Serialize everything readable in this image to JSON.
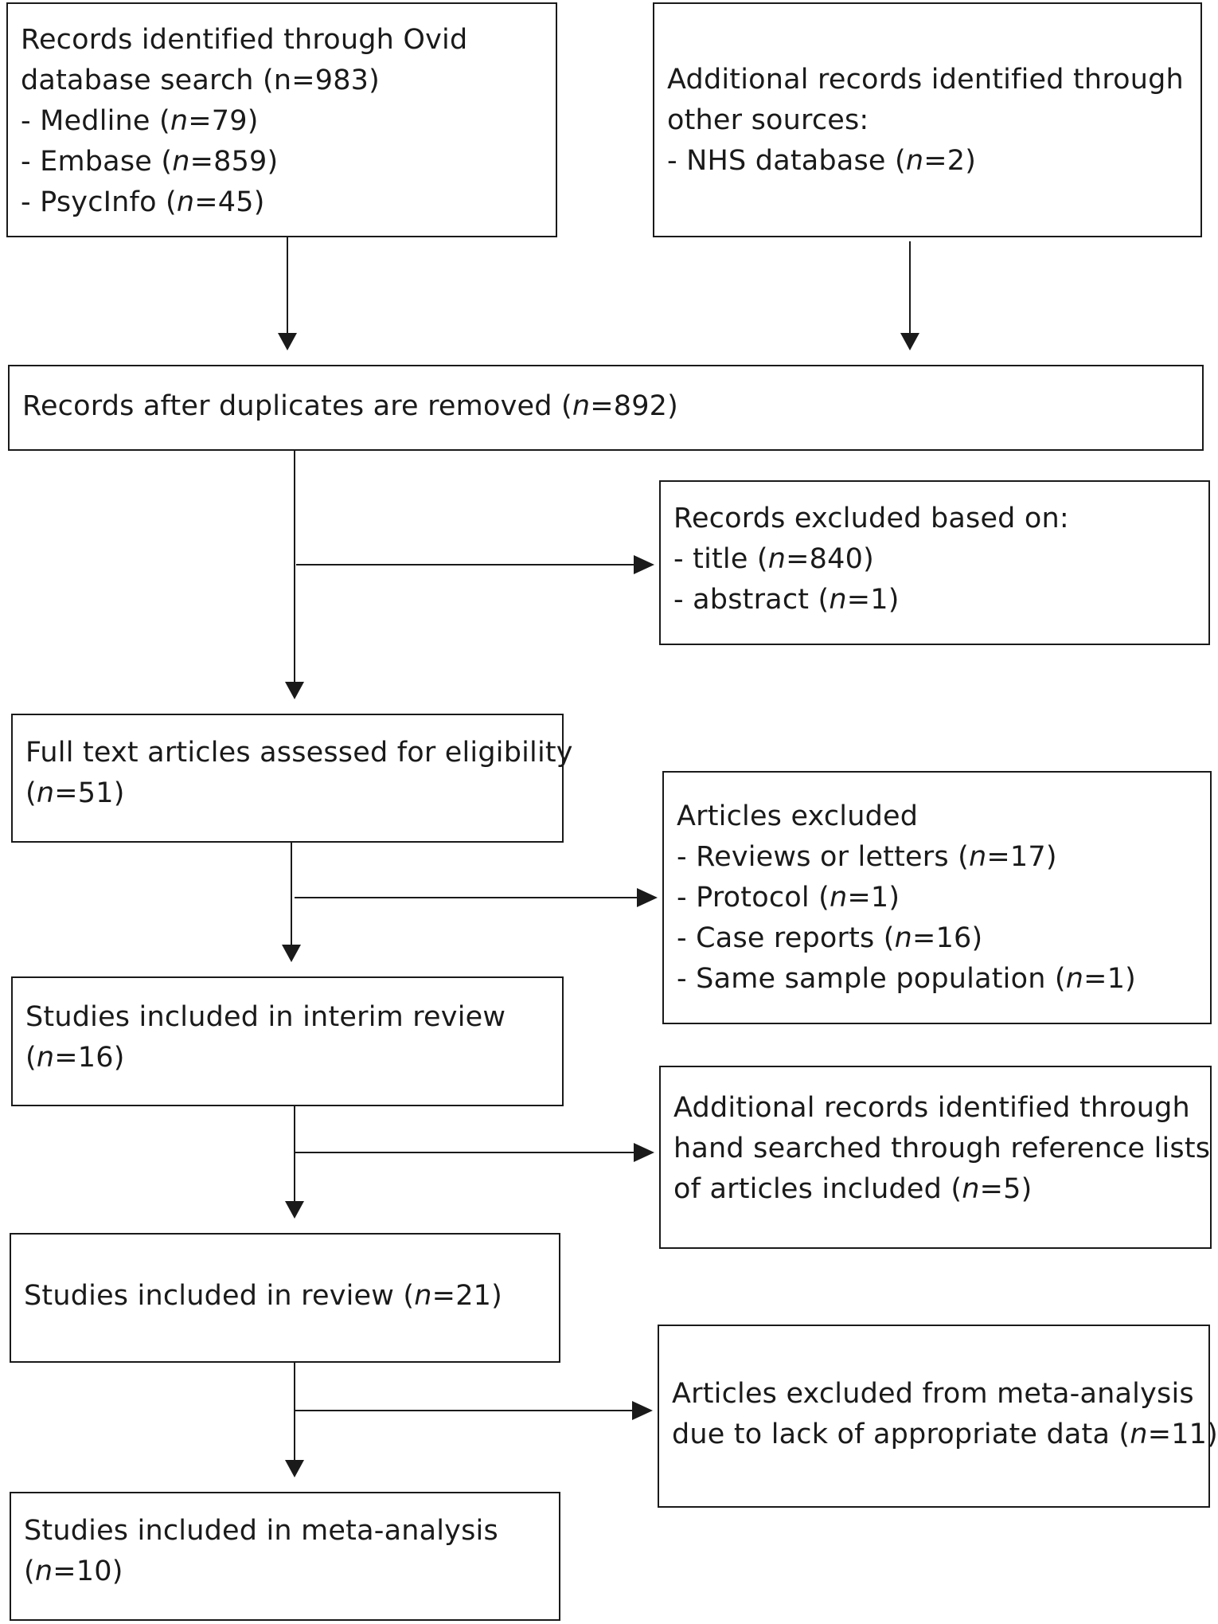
{
  "flow": {
    "ovid_search": {
      "lines": [
        "Records identified through Ovid",
        "database search (n=983)"
      ],
      "items": [
        {
          "prefix": "- Medline (",
          "n": "n",
          "value": "=79)"
        },
        {
          "prefix": "- Embase (",
          "n": "n",
          "value": "=859)"
        },
        {
          "prefix": "- PsycInfo (",
          "n": "n",
          "value": "=45)"
        }
      ]
    },
    "other_sources": {
      "lines": [
        "Additional records identified through",
        "other sources:"
      ],
      "items": [
        {
          "prefix": "- NHS database (",
          "n": "n",
          "value": "=2)"
        }
      ]
    },
    "duplicates_removed": {
      "prefix": "Records after duplicates are removed (",
      "n": "n",
      "value": "=892)"
    },
    "excluded_title_abstract": {
      "heading": "Records excluded based on:",
      "items": [
        {
          "prefix": "- title (",
          "n": "n",
          "value": "=840)"
        },
        {
          "prefix": "- abstract (",
          "n": "n",
          "value": "=1)"
        }
      ]
    },
    "full_text": {
      "line1": "Full text articles assessed for eligibility",
      "prefix": "(",
      "n": "n",
      "value": "=51)"
    },
    "articles_excluded": {
      "heading": "Articles excluded",
      "items": [
        {
          "prefix": "- Reviews  or letters (",
          "n": "n",
          "value": "=17)"
        },
        {
          "prefix": "- Protocol (",
          "n": "n",
          "value": "=1)"
        },
        {
          "prefix": "- Case reports (",
          "n": "n",
          "value": "=16)"
        },
        {
          "prefix": "- Same sample population (",
          "n": "n",
          "value": "=1)"
        }
      ]
    },
    "interim_review": {
      "line1": "Studies included in interim review",
      "prefix": "(",
      "n": "n",
      "value": "=16)"
    },
    "hand_searched": {
      "lines": [
        "Additional records identified through",
        "hand searched through reference lists"
      ],
      "last_prefix": "of articles included (",
      "n": "n",
      "value": "=5)"
    },
    "review": {
      "prefix": "Studies included in review (",
      "n": "n",
      "value": "=21)"
    },
    "meta_excluded": {
      "line1": "Articles excluded from meta-analysis",
      "prefix": "due to lack of appropriate data (",
      "n": "n",
      "value": "=11)"
    },
    "meta_analysis": {
      "line1": "Studies included in meta-analysis",
      "prefix": "(",
      "n": "n",
      "value": "=10)"
    }
  }
}
